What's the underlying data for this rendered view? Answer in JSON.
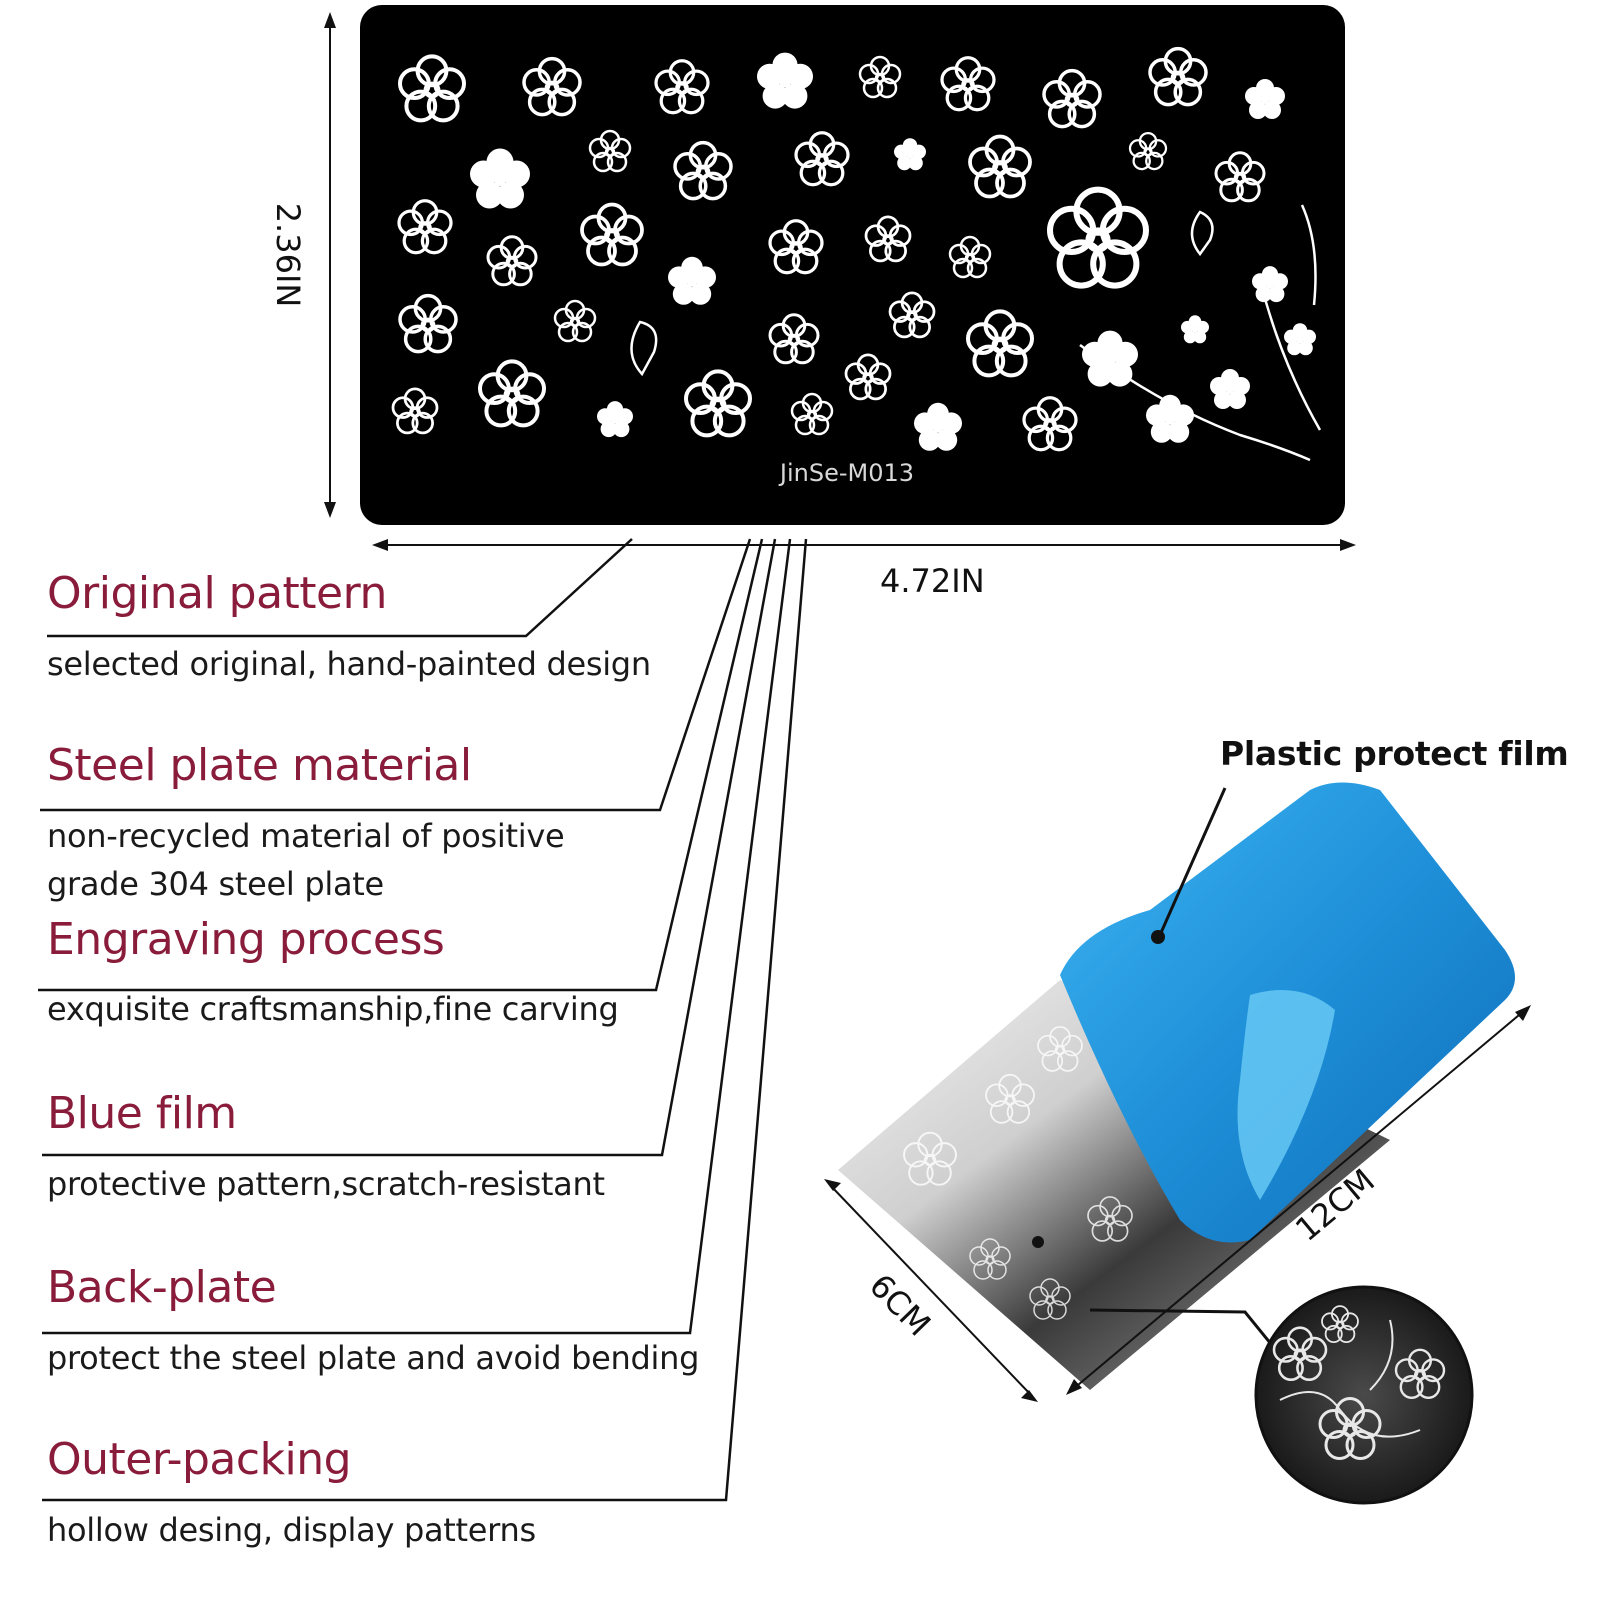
{
  "plate": {
    "code": "JinSe-M013",
    "height_label": "2.36IN",
    "width_label": "4.72IN"
  },
  "features": [
    {
      "title": "Original pattern",
      "desc": [
        "selected original, hand-painted design"
      ]
    },
    {
      "title": "Steel plate material",
      "desc": [
        "non-recycled material of positive",
        "grade 304 steel plate"
      ]
    },
    {
      "title": "Engraving process",
      "desc": [
        "exquisite craftsmanship,fine carving"
      ]
    },
    {
      "title": "Blue film",
      "desc": [
        "protective pattern,scratch-resistant"
      ]
    },
    {
      "title": "Back-plate",
      "desc": [
        "protect the steel plate and avoid bending"
      ]
    },
    {
      "title": "Outer-packing",
      "desc": [
        "hollow desing, display patterns"
      ]
    }
  ],
  "photo": {
    "film_label": "Plastic protect film",
    "length_label": "12CM",
    "width_label": "6CM"
  },
  "colors": {
    "title": "#8a1c3b",
    "plate": "#000000",
    "film": "#1e8fd8"
  }
}
